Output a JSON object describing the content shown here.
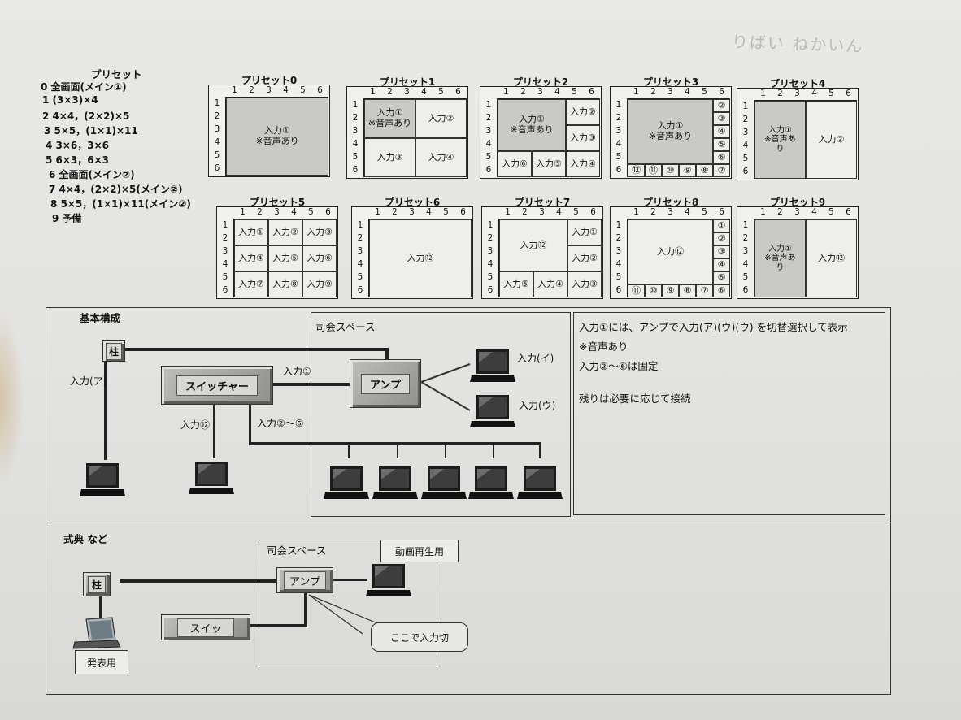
{
  "handwriting": "りばい ねかいん",
  "legend": {
    "title": "プリセット",
    "items": [
      "0 全画面(メイン①)",
      "1 (3×3)×4",
      "2 4×4，(2×2)×5",
      "3 5×5，(1×1)×11",
      "4 3×6，3×6",
      "5 6×3，6×3",
      "6 全画面(メイン②)",
      "7 4×4，(2×2)×5(メイン②)",
      "8 5×5，(1×1)×11(メイン②)",
      "9 予備"
    ]
  },
  "grid_axis": {
    "cols": [
      "1",
      "2",
      "3",
      "4",
      "5",
      "6"
    ],
    "rows": [
      "1",
      "2",
      "3",
      "4",
      "5",
      "6"
    ]
  },
  "presets": [
    {
      "title": "プリセット0",
      "cells": [
        {
          "label": "入力①\n※音声あり",
          "r": 0,
          "c": 0,
          "rs": 6,
          "cs": 6,
          "shade": true
        }
      ]
    },
    {
      "title": "プリセット1",
      "cells": [
        {
          "label": "入力①\n※音声あり",
          "r": 0,
          "c": 0,
          "rs": 3,
          "cs": 3,
          "shade": true
        },
        {
          "label": "入力②",
          "r": 0,
          "c": 3,
          "rs": 3,
          "cs": 3
        },
        {
          "label": "入力③",
          "r": 3,
          "c": 0,
          "rs": 3,
          "cs": 3
        },
        {
          "label": "入力④",
          "r": 3,
          "c": 3,
          "rs": 3,
          "cs": 3
        }
      ]
    },
    {
      "title": "プリセット2",
      "cells": [
        {
          "label": "入力①\n※音声あり",
          "r": 0,
          "c": 0,
          "rs": 4,
          "cs": 4,
          "shade": true
        },
        {
          "label": "入力②",
          "r": 0,
          "c": 4,
          "rs": 2,
          "cs": 2
        },
        {
          "label": "入力③",
          "r": 2,
          "c": 4,
          "rs": 2,
          "cs": 2
        },
        {
          "label": "入力⑥",
          "r": 4,
          "c": 0,
          "rs": 2,
          "cs": 2
        },
        {
          "label": "入力⑤",
          "r": 4,
          "c": 2,
          "rs": 2,
          "cs": 2
        },
        {
          "label": "入力④",
          "r": 4,
          "c": 4,
          "rs": 2,
          "cs": 2
        }
      ]
    },
    {
      "title": "プリセット3",
      "cells": [
        {
          "label": "入力①\n※音声あり",
          "r": 0,
          "c": 0,
          "rs": 5,
          "cs": 5,
          "shade": true
        },
        {
          "label": "②",
          "r": 0,
          "c": 5,
          "rs": 1,
          "cs": 1
        },
        {
          "label": "③",
          "r": 1,
          "c": 5,
          "rs": 1,
          "cs": 1
        },
        {
          "label": "④",
          "r": 2,
          "c": 5,
          "rs": 1,
          "cs": 1
        },
        {
          "label": "⑤",
          "r": 3,
          "c": 5,
          "rs": 1,
          "cs": 1
        },
        {
          "label": "⑥",
          "r": 4,
          "c": 5,
          "rs": 1,
          "cs": 1
        },
        {
          "label": "⑫",
          "r": 5,
          "c": 0,
          "rs": 1,
          "cs": 1
        },
        {
          "label": "⑪",
          "r": 5,
          "c": 1,
          "rs": 1,
          "cs": 1
        },
        {
          "label": "⑩",
          "r": 5,
          "c": 2,
          "rs": 1,
          "cs": 1
        },
        {
          "label": "⑨",
          "r": 5,
          "c": 3,
          "rs": 1,
          "cs": 1
        },
        {
          "label": "⑧",
          "r": 5,
          "c": 4,
          "rs": 1,
          "cs": 1
        },
        {
          "label": "⑦",
          "r": 5,
          "c": 5,
          "rs": 1,
          "cs": 1
        }
      ]
    },
    {
      "title": "プリセット4",
      "cells": [
        {
          "label": "入力①\n※音声あ\nり",
          "r": 0,
          "c": 0,
          "rs": 6,
          "cs": 3,
          "shade": true,
          "small": true
        },
        {
          "label": "入力②",
          "r": 0,
          "c": 3,
          "rs": 6,
          "cs": 3
        }
      ]
    },
    {
      "title": "プリセット5",
      "cells": [
        {
          "label": "入力①",
          "r": 0,
          "c": 0,
          "rs": 2,
          "cs": 2
        },
        {
          "label": "入力②",
          "r": 0,
          "c": 2,
          "rs": 2,
          "cs": 2
        },
        {
          "label": "入力③",
          "r": 0,
          "c": 4,
          "rs": 2,
          "cs": 2
        },
        {
          "label": "入力④",
          "r": 2,
          "c": 0,
          "rs": 2,
          "cs": 2
        },
        {
          "label": "入力⑤",
          "r": 2,
          "c": 2,
          "rs": 2,
          "cs": 2
        },
        {
          "label": "入力⑥",
          "r": 2,
          "c": 4,
          "rs": 2,
          "cs": 2
        },
        {
          "label": "入力⑦",
          "r": 4,
          "c": 0,
          "rs": 2,
          "cs": 2
        },
        {
          "label": "入力⑧",
          "r": 4,
          "c": 2,
          "rs": 2,
          "cs": 2
        },
        {
          "label": "入力⑨",
          "r": 4,
          "c": 4,
          "rs": 2,
          "cs": 2
        }
      ]
    },
    {
      "title": "プリセット6",
      "cells": [
        {
          "label": "入力⑫",
          "r": 0,
          "c": 0,
          "rs": 6,
          "cs": 6
        }
      ]
    },
    {
      "title": "プリセット7",
      "cells": [
        {
          "label": "入力⑫",
          "r": 0,
          "c": 0,
          "rs": 4,
          "cs": 4
        },
        {
          "label": "入力①",
          "r": 0,
          "c": 4,
          "rs": 2,
          "cs": 2
        },
        {
          "label": "入力②",
          "r": 2,
          "c": 4,
          "rs": 2,
          "cs": 2
        },
        {
          "label": "入力⑤",
          "r": 4,
          "c": 0,
          "rs": 2,
          "cs": 2
        },
        {
          "label": "入力④",
          "r": 4,
          "c": 2,
          "rs": 2,
          "cs": 2
        },
        {
          "label": "入力③",
          "r": 4,
          "c": 4,
          "rs": 2,
          "cs": 2
        }
      ]
    },
    {
      "title": "プリセット8",
      "cells": [
        {
          "label": "入力⑫",
          "r": 0,
          "c": 0,
          "rs": 5,
          "cs": 5
        },
        {
          "label": "①",
          "r": 0,
          "c": 5,
          "rs": 1,
          "cs": 1
        },
        {
          "label": "②",
          "r": 1,
          "c": 5,
          "rs": 1,
          "cs": 1
        },
        {
          "label": "③",
          "r": 2,
          "c": 5,
          "rs": 1,
          "cs": 1
        },
        {
          "label": "④",
          "r": 3,
          "c": 5,
          "rs": 1,
          "cs": 1
        },
        {
          "label": "⑤",
          "r": 4,
          "c": 5,
          "rs": 1,
          "cs": 1
        },
        {
          "label": "⑪",
          "r": 5,
          "c": 0,
          "rs": 1,
          "cs": 1
        },
        {
          "label": "⑩",
          "r": 5,
          "c": 1,
          "rs": 1,
          "cs": 1
        },
        {
          "label": "⑨",
          "r": 5,
          "c": 2,
          "rs": 1,
          "cs": 1
        },
        {
          "label": "⑧",
          "r": 5,
          "c": 3,
          "rs": 1,
          "cs": 1
        },
        {
          "label": "⑦",
          "r": 5,
          "c": 4,
          "rs": 1,
          "cs": 1
        },
        {
          "label": "⑥",
          "r": 5,
          "c": 5,
          "rs": 1,
          "cs": 1
        }
      ]
    },
    {
      "title": "プリセット9",
      "cells": [
        {
          "label": "入力①\n※音声あ\nり",
          "r": 0,
          "c": 0,
          "rs": 6,
          "cs": 3,
          "shade": true,
          "small": true
        },
        {
          "label": "入力⑫",
          "r": 0,
          "c": 3,
          "rs": 6,
          "cs": 3
        }
      ]
    }
  ],
  "basic": {
    "title": "基本構成",
    "mc_space": "司会スペース",
    "pillar": "柱",
    "switcher": "スイッチャー",
    "amp": "アンプ",
    "label_in_a": "入力(ア)",
    "label_in_1": "入力①",
    "label_in_12": "入力⑫",
    "label_in_2_6": "入力②～⑥",
    "label_in_i": "入力(イ)",
    "label_in_u": "入力(ウ)",
    "notes": [
      "入力①には、アンプで入力(ア)(ウ)(ウ) を切替選択して表示",
      "※音声あり",
      "入力②～⑥は固定",
      "残りは必要に応じて接続"
    ]
  },
  "ceremony": {
    "title": "式典 など",
    "mc_space": "司会スペース",
    "pillar": "柱",
    "amp": "アンプ",
    "switcher": "スイッ",
    "video": "動画再生用",
    "callout": "ここで入力切",
    "presenter": "発表用"
  }
}
